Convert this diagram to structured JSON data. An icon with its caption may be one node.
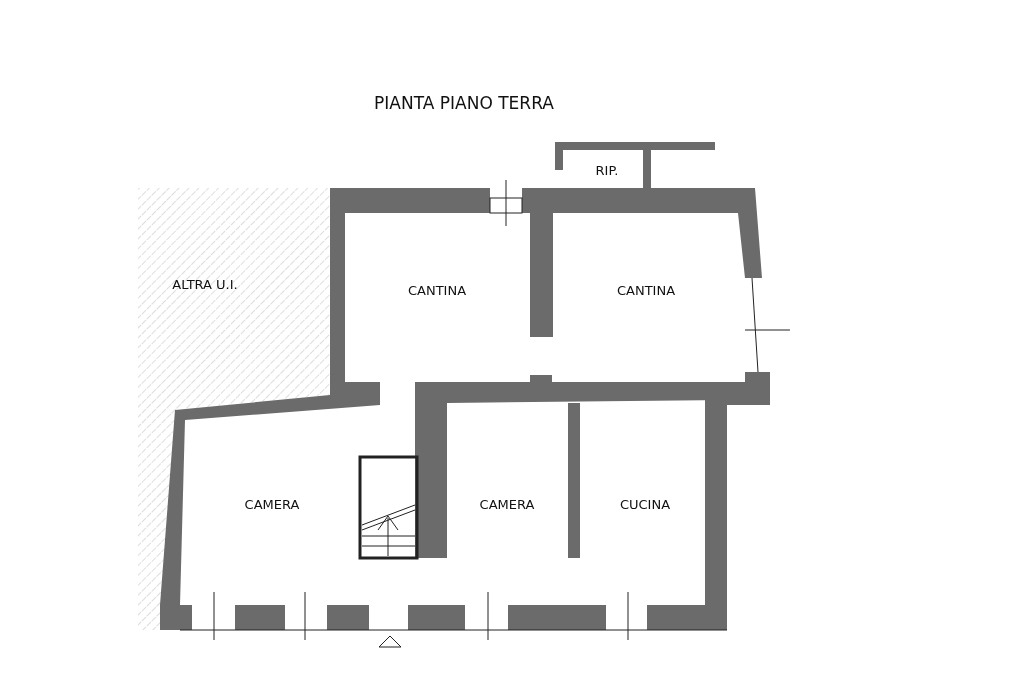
{
  "diagram": {
    "title": "PIANTA PIANO TERRA",
    "labels": [
      "RIP.",
      "ALTRA U.I.",
      "CANTINA",
      "CANTINA",
      "CAMERA",
      "CAMERA",
      "CUCINA"
    ]
  }
}
